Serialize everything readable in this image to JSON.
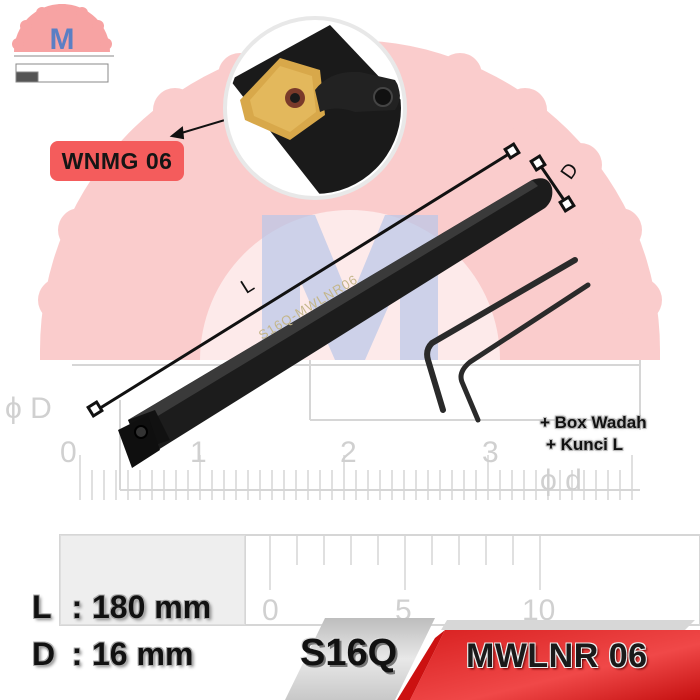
{
  "brand": {
    "logo_letter": "M",
    "gear_color": "#f8a0a0",
    "letter_color": "#5b7fc4"
  },
  "insert_label": {
    "text": "WNMG 06",
    "bg_color": "#f45c5c"
  },
  "tool": {
    "engraving": "S16Q-MWLNR06",
    "dimension_length_label": "L",
    "dimension_diameter_label": "D"
  },
  "extras": [
    "+ Box Wadah",
    "+ Kunci L"
  ],
  "specs": [
    {
      "label": "L",
      "separator": ":",
      "value": "180 mm"
    },
    {
      "label": "D",
      "separator": ":",
      "value": "16 mm"
    }
  ],
  "model": {
    "shank_code": "S16Q",
    "holder_code": "MWLNR 06",
    "accent_color": "#e32020"
  },
  "background_drawing": {
    "scale_labels_top": [
      "0",
      "1",
      "2",
      "3"
    ],
    "scale_labels_bottom": [
      "0",
      "5",
      "10"
    ],
    "symbols": [
      "ϕ D",
      "ϕ d"
    ]
  }
}
